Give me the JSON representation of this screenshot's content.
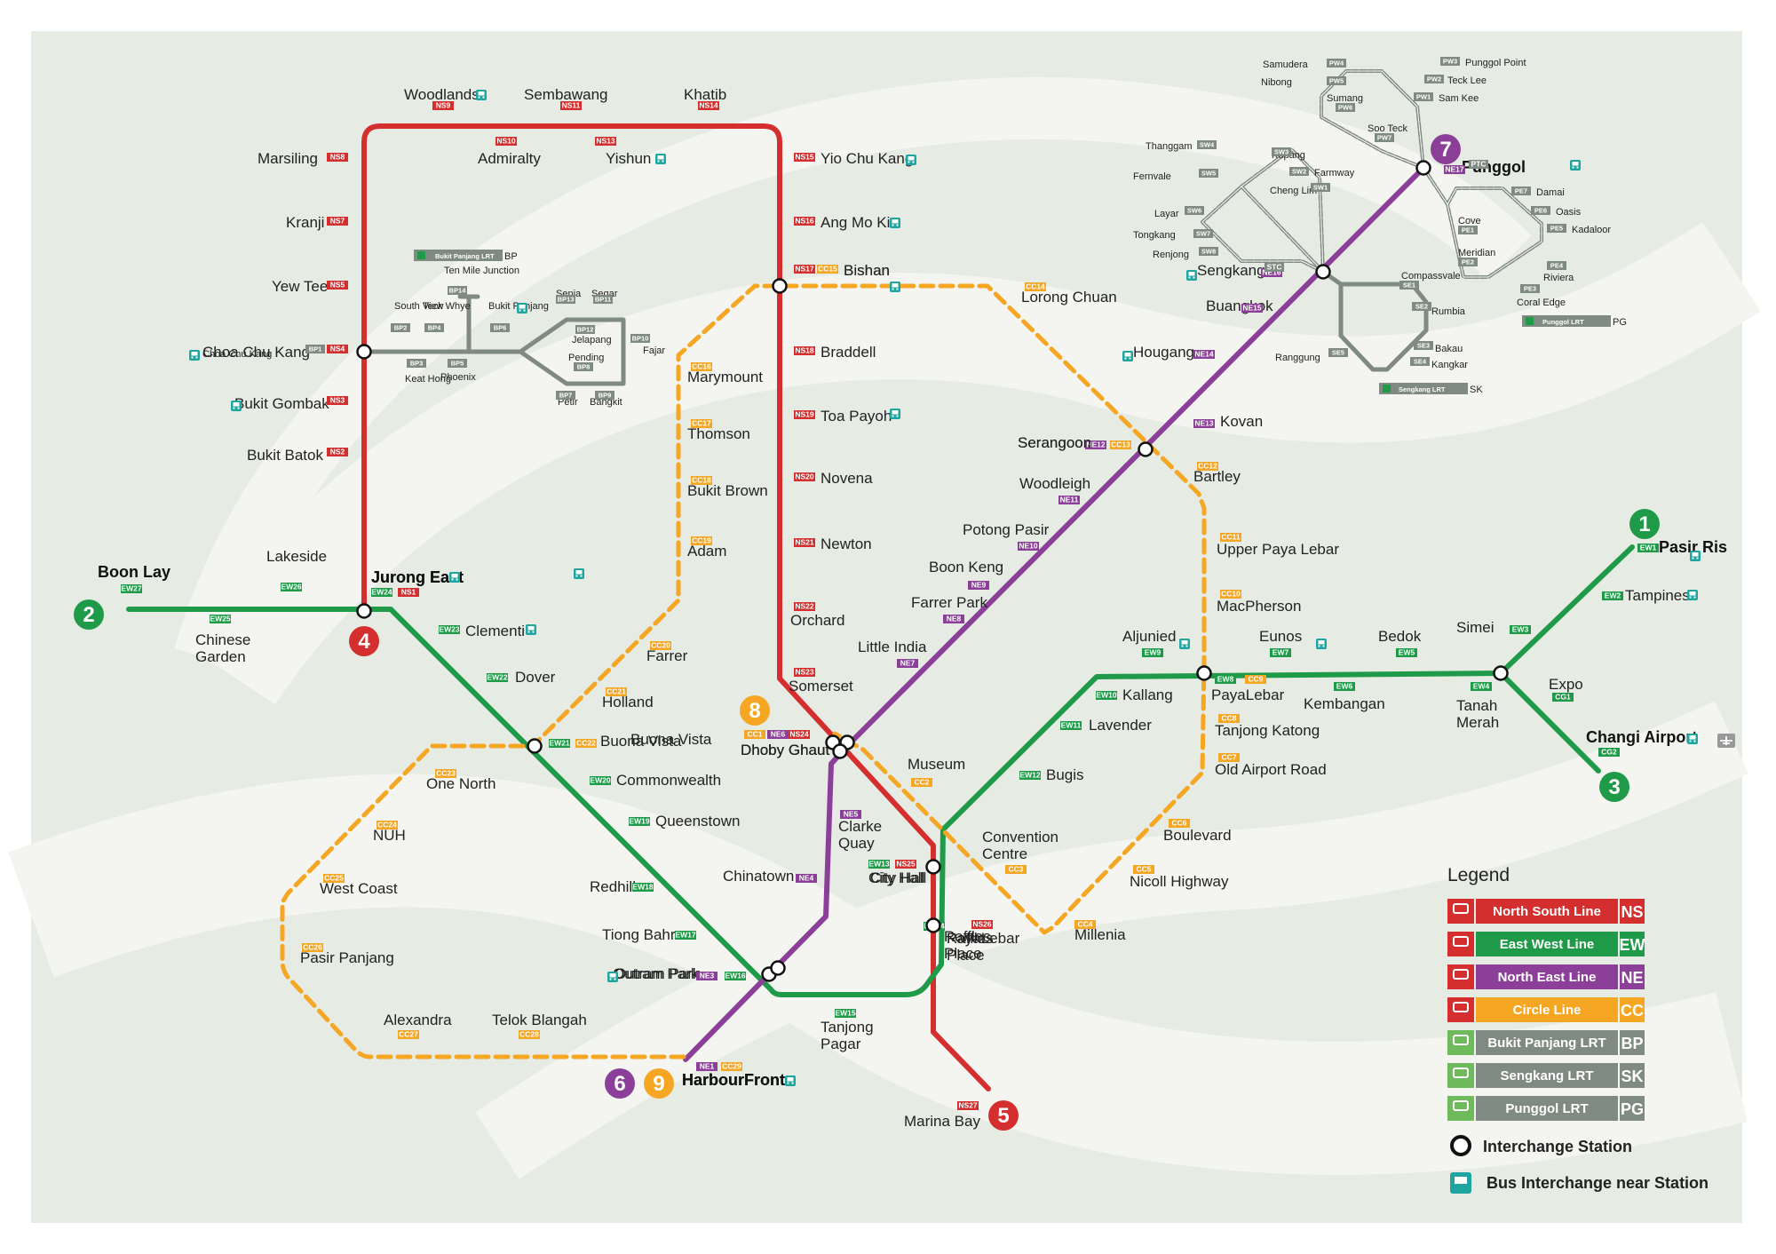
{
  "colors": {
    "ns": "#d42e2e",
    "ew": "#1f9a48",
    "ne": "#8b3f98",
    "cc": "#f5a623",
    "lrt": "#7f8a82",
    "bus": "#1fa5a0",
    "background": "#e6ebe4",
    "swoosh": "#f4f5f1"
  },
  "stations": {
    "ns": [
      {
        "name": "Woodlands",
        "code": "NS9"
      },
      {
        "name": "Sembawang",
        "code": "NS11"
      },
      {
        "name": "Khatib",
        "code": "NS14"
      },
      {
        "name": "Marsiling",
        "code": "NS8"
      },
      {
        "name": "Admiralty",
        "code": "NS10"
      },
      {
        "name": "Yishun",
        "code": "NS13"
      },
      {
        "name": "Yio Chu Kang",
        "code": "NS15"
      },
      {
        "name": "Kranji",
        "code": "NS7"
      },
      {
        "name": "Ang Mo Kio",
        "code": "NS16"
      },
      {
        "name": "Yew Tee",
        "code": "NS5"
      },
      {
        "name": "Bishan",
        "code": "NS17"
      },
      {
        "name": "Choa Chu Kang",
        "code": "NS4"
      },
      {
        "name": "Braddell",
        "code": "NS18"
      },
      {
        "name": "Bukit Gombak",
        "code": "NS3"
      },
      {
        "name": "Toa Payoh",
        "code": "NS19"
      },
      {
        "name": "Bukit Batok",
        "code": "NS2"
      },
      {
        "name": "Novena",
        "code": "NS20"
      },
      {
        "name": "Newton",
        "code": "NS21"
      },
      {
        "name": "Jurong East",
        "code": "NS1"
      },
      {
        "name": "Orchard",
        "code": "NS22"
      },
      {
        "name": "Somerset",
        "code": "NS23"
      },
      {
        "name": "Dhoby Ghaut",
        "code": "NS24"
      },
      {
        "name": "City Hall",
        "code": "NS25"
      },
      {
        "name": "Raffles Place",
        "code": "NS26"
      },
      {
        "name": "Marina Bay",
        "code": "NS27"
      }
    ],
    "ew": [
      {
        "name": "Boon Lay",
        "code": "EW27"
      },
      {
        "name": "Lakeside",
        "code": "EW26"
      },
      {
        "name": "Chinese Garden",
        "code": "EW25"
      },
      {
        "name": "Jurong East",
        "code": "EW24"
      },
      {
        "name": "Clementi",
        "code": "EW23"
      },
      {
        "name": "Dover",
        "code": "EW22"
      },
      {
        "name": "Buona Vista",
        "code": "EW21"
      },
      {
        "name": "Commonwealth",
        "code": "EW20"
      },
      {
        "name": "Queenstown",
        "code": "EW19"
      },
      {
        "name": "Redhill",
        "code": "EW18"
      },
      {
        "name": "Tiong Bahru",
        "code": "EW17"
      },
      {
        "name": "Outram Park",
        "code": "EW16"
      },
      {
        "name": "Tanjong Pagar",
        "code": "EW15"
      },
      {
        "name": "Raffles Place",
        "code": "EW14"
      },
      {
        "name": "City Hall",
        "code": "EW13"
      },
      {
        "name": "Bugis",
        "code": "EW12"
      },
      {
        "name": "Lavender",
        "code": "EW11"
      },
      {
        "name": "Kallang",
        "code": "EW10"
      },
      {
        "name": "Aljunied",
        "code": "EW9"
      },
      {
        "name": "PayaLebar",
        "code": "EW8"
      },
      {
        "name": "Eunos",
        "code": "EW7"
      },
      {
        "name": "Kembangan",
        "code": "EW6"
      },
      {
        "name": "Bedok",
        "code": "EW5"
      },
      {
        "name": "Tanah Merah",
        "code": "EW4"
      },
      {
        "name": "Simei",
        "code": "EW3"
      },
      {
        "name": "Tampines",
        "code": "EW2"
      },
      {
        "name": "Pasir Ris",
        "code": "EW1"
      },
      {
        "name": "Expo",
        "code": "CG1"
      },
      {
        "name": "Changi Airport",
        "code": "CG2"
      }
    ],
    "ne": [
      {
        "name": "HarbourFront",
        "code": "NE1"
      },
      {
        "name": "Outram Park",
        "code": "NE3"
      },
      {
        "name": "Chinatown",
        "code": "NE4"
      },
      {
        "name": "Clarke Quay",
        "code": "NE5"
      },
      {
        "name": "Dhoby Ghaut",
        "code": "NE6"
      },
      {
        "name": "Little India",
        "code": "NE7"
      },
      {
        "name": "Farrer Park",
        "code": "NE8"
      },
      {
        "name": "Boon Keng",
        "code": "NE9"
      },
      {
        "name": "Potong Pasir",
        "code": "NE10"
      },
      {
        "name": "Woodleigh",
        "code": "NE11"
      },
      {
        "name": "Serangoon",
        "code": "NE12"
      },
      {
        "name": "Kovan",
        "code": "NE13"
      },
      {
        "name": "Hougang",
        "code": "NE14"
      },
      {
        "name": "Buangkok",
        "code": "NE15"
      },
      {
        "name": "Sengkang",
        "code": "NE16"
      },
      {
        "name": "Punggol",
        "code": "NE17"
      }
    ],
    "cc": [
      {
        "name": "Dhoby Ghaut",
        "code": "CC1"
      },
      {
        "name": "Museum",
        "code": "CC2"
      },
      {
        "name": "Convention Centre",
        "code": "CC3"
      },
      {
        "name": "Millenia",
        "code": "CC4"
      },
      {
        "name": "Nicoll Highway",
        "code": "CC5"
      },
      {
        "name": "Boulevard",
        "code": "CC6"
      },
      {
        "name": "Old Airport Road",
        "code": "CC7"
      },
      {
        "name": "Tanjong Katong",
        "code": "CC8"
      },
      {
        "name": "PayaLebar",
        "code": "CC9"
      },
      {
        "name": "MacPherson",
        "code": "CC10"
      },
      {
        "name": "Upper Paya Lebar",
        "code": "CC11"
      },
      {
        "name": "Bartley",
        "code": "CC12"
      },
      {
        "name": "Serangoon",
        "code": "CC13"
      },
      {
        "name": "Lorong Chuan",
        "code": "CC14"
      },
      {
        "name": "Bishan",
        "code": "CC15"
      },
      {
        "name": "Marymount",
        "code": "CC16"
      },
      {
        "name": "Thomson",
        "code": "CC17"
      },
      {
        "name": "Bukit Brown",
        "code": "CC18"
      },
      {
        "name": "Adam",
        "code": "CC19"
      },
      {
        "name": "Farrer",
        "code": "CC20"
      },
      {
        "name": "Holland",
        "code": "CC21"
      },
      {
        "name": "Buona Vista",
        "code": "CC22"
      },
      {
        "name": "One North",
        "code": "CC23"
      },
      {
        "name": "NUH",
        "code": "CC24"
      },
      {
        "name": "West Coast",
        "code": "CC25"
      },
      {
        "name": "Pasir Panjang",
        "code": "CC26"
      },
      {
        "name": "Alexandra",
        "code": "CC27"
      },
      {
        "name": "Telok Blangah",
        "code": "CC28"
      },
      {
        "name": "HarbourFront",
        "code": "CC29"
      }
    ],
    "bp": [
      {
        "name": "Choa Chu Kang",
        "code": "BP1"
      },
      {
        "name": "South View",
        "code": "BP2"
      },
      {
        "name": "Keat Hong",
        "code": "BP3"
      },
      {
        "name": "Teck Whye",
        "code": "BP4"
      },
      {
        "name": "Phoenix",
        "code": "BP5"
      },
      {
        "name": "Bukit Panjang",
        "code": "BP6"
      },
      {
        "name": "Petir",
        "code": "BP7"
      },
      {
        "name": "Pending",
        "code": "BP8"
      },
      {
        "name": "Bangkit",
        "code": "BP9"
      },
      {
        "name": "Fajar",
        "code": "BP10"
      },
      {
        "name": "Segar",
        "code": "BP11"
      },
      {
        "name": "Jelapang",
        "code": "BP12"
      },
      {
        "name": "Senja",
        "code": "BP13"
      },
      {
        "name": "Ten Mile Junction",
        "code": "BP14"
      }
    ],
    "sk": [
      {
        "name": "Compassvale",
        "code": "SE1"
      },
      {
        "name": "Rumbia",
        "code": "SE2"
      },
      {
        "name": "Bakau",
        "code": "SE3"
      },
      {
        "name": "Kangkar",
        "code": "SE4"
      },
      {
        "name": "Ranggung",
        "code": "SE5"
      },
      {
        "name": "Cheng Lim",
        "code": "SW1"
      },
      {
        "name": "Farmway",
        "code": "SW2"
      },
      {
        "name": "Kupang",
        "code": "SW3"
      },
      {
        "name": "Thanggam",
        "code": "SW4"
      },
      {
        "name": "Fernvale",
        "code": "SW5"
      },
      {
        "name": "Layar",
        "code": "SW6"
      },
      {
        "name": "Tongkang",
        "code": "SW7"
      },
      {
        "name": "Renjong",
        "code": "SW8"
      }
    ],
    "pg": [
      {
        "name": "Cove",
        "code": "PE1"
      },
      {
        "name": "Meridian",
        "code": "PE2"
      },
      {
        "name": "Coral Edge",
        "code": "PE3"
      },
      {
        "name": "Riviera",
        "code": "PE4"
      },
      {
        "name": "Kadaloor",
        "code": "PE5"
      },
      {
        "name": "Oasis",
        "code": "PE6"
      },
      {
        "name": "Damai",
        "code": "PE7"
      },
      {
        "name": "Sam Kee",
        "code": "PW1"
      },
      {
        "name": "Teck Lee",
        "code": "PW2"
      },
      {
        "name": "Punggol Point",
        "code": "PW3"
      },
      {
        "name": "Samudera",
        "code": "PW4"
      },
      {
        "name": "Nibong",
        "code": "PW5"
      },
      {
        "name": "Sumang",
        "code": "PW6"
      },
      {
        "name": "Soo Teck",
        "code": "PW7"
      }
    ]
  },
  "lrt_labels": {
    "bp": "Bukit Panjang LRT",
    "sk": "Sengkang LRT",
    "pg": "Punggol LRT",
    "bp_code": "BP",
    "sk_code": "SK",
    "pg_code": "PG",
    "sengkang_stc": "STC",
    "punggol_ptc": "PTC"
  },
  "terminals": [
    "1",
    "2",
    "3",
    "4",
    "5",
    "6",
    "7",
    "8",
    "9"
  ],
  "legend": {
    "title": "Legend",
    "lines": [
      {
        "label": "North South Line",
        "code": "NS"
      },
      {
        "label": "East West Line",
        "code": "EW"
      },
      {
        "label": "North East Line",
        "code": "NE"
      },
      {
        "label": "Circle Line",
        "code": "CC"
      },
      {
        "label": "Bukit Panjang LRT",
        "code": "BP"
      },
      {
        "label": "Sengkang LRT",
        "code": "SK"
      },
      {
        "label": "Punggol LRT",
        "code": "PG"
      }
    ],
    "interchange": "Interchange Station",
    "bus": "Bus Interchange near Station"
  }
}
